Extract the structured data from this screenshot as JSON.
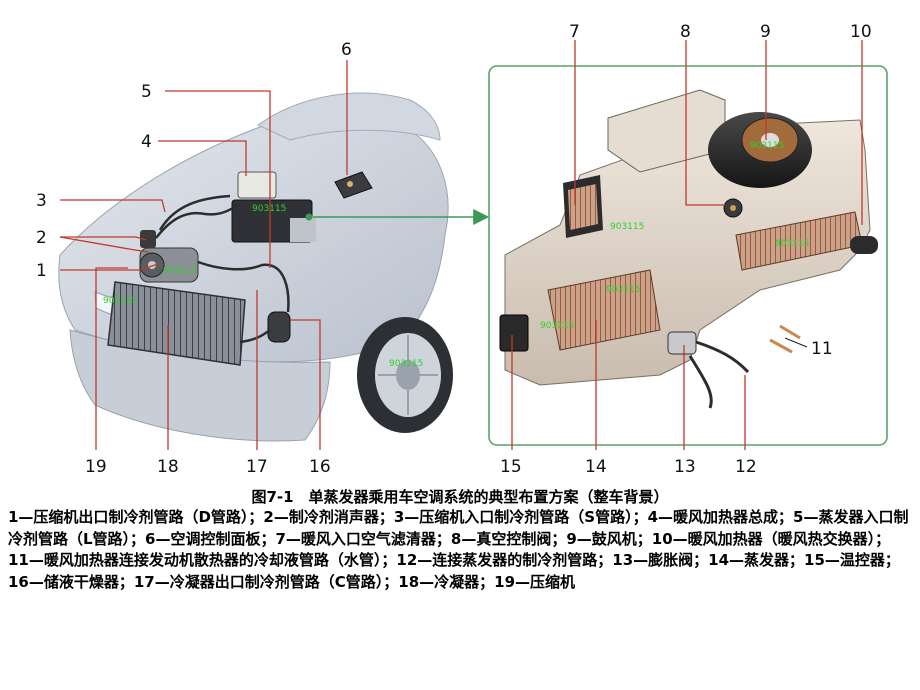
{
  "figure": {
    "callout_numbers": [
      "1",
      "2",
      "3",
      "4",
      "5",
      "6",
      "7",
      "8",
      "9",
      "10",
      "11",
      "12",
      "13",
      "14",
      "15",
      "16",
      "17",
      "18",
      "19"
    ],
    "watermark": "903115",
    "frame_color": "#5aa36a",
    "arrow_color": "#3a9a55"
  },
  "caption": {
    "title": "图7-1　单蒸发器乘用车空调系统的典型布置方案（整车背景）",
    "legend": "1—压缩机出口制冷剂管路（D管路）；2—制冷剂消声器；3—压缩机入口制冷剂管路（S管路）；4—暖风加热器总成；5—蒸发器入口制冷剂管路（L管路）；6—空调控制面板；7—暖风入口空气滤清器；8—真空控制阀；9—鼓风机；10—暖风加热器（暖风热交换器）；11—暖风加热器连接发动机散热器的冷却液管路（水管）；12—连接蒸发器的制冷剂管路；13—膨胀阀；14—蒸发器；15—温控器；16—储液干燥器；17—冷凝器出口制冷剂管路（C管路）；18—冷凝器；19—压缩机"
  }
}
